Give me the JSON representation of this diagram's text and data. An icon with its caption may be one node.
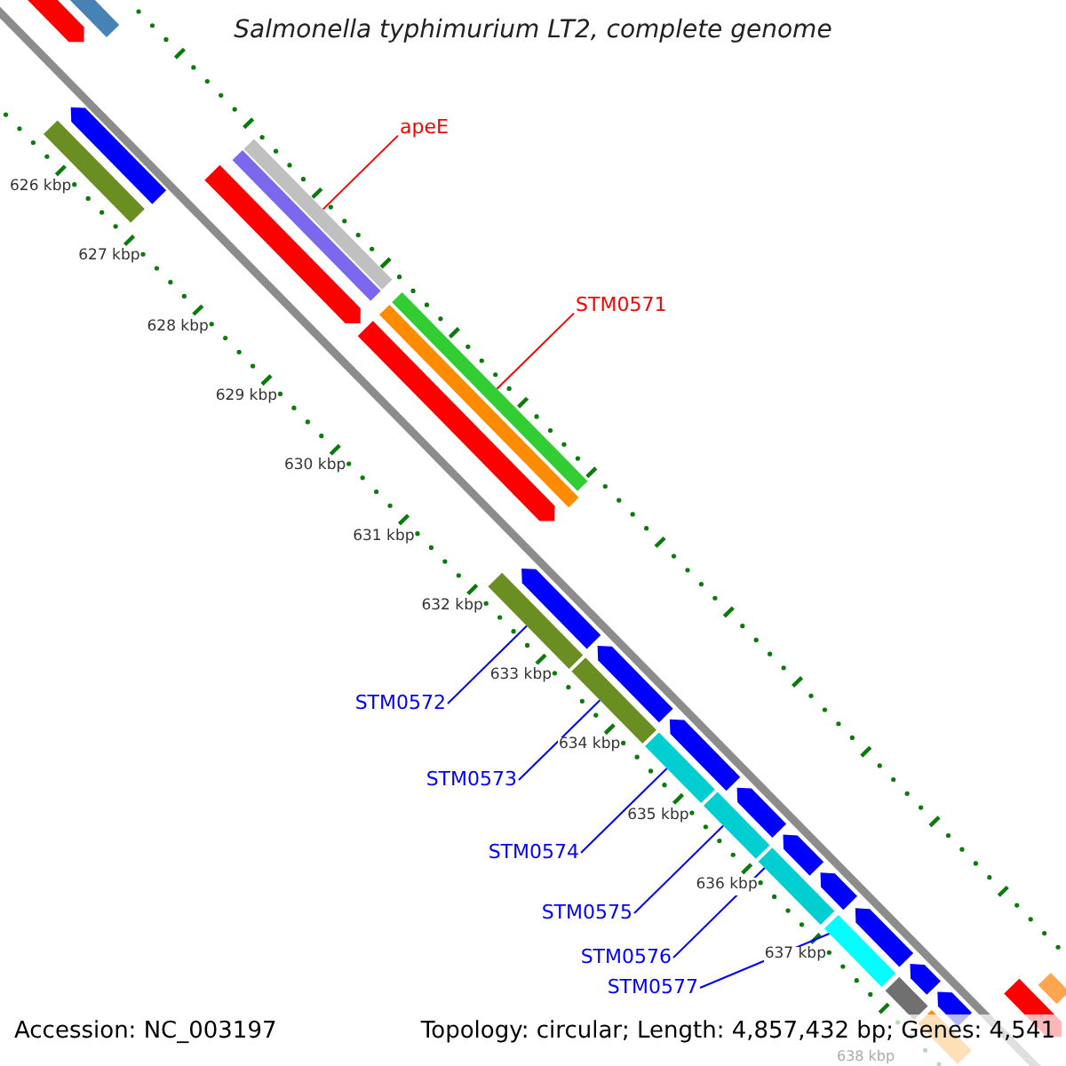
{
  "diagram": {
    "title": "Salmonella typhimurium LT2, complete genome",
    "nodes": [
      {
        "text": [
          "apeE"
        ]
      },
      {
        "text": [],
        "shape": "bar"
      },
      {
        "text": [
          "STM0571"
        ]
      },
      {
        "text": [],
        "shape": "bar"
      },
      {
        "text": [
          "STM0572"
        ]
      },
      {
        "text": [],
        "shape": "bar"
      },
      {
        "text": [
          "STM0573"
        ]
      },
      {
        "text": [],
        "shape": "bar"
      },
      {
        "text": [
          "STM0574"
        ]
      },
      {
        "text": [],
        "shape": "bar"
      },
      {
        "text": [
          "STM0575"
        ]
      },
      {
        "text": [],
        "shape": "bar"
      },
      {
        "text": [
          "STM0576"
        ]
      },
      {
        "text": [],
        "shape": "bar"
      },
      {
        "text": [
          "STM0577"
        ]
      },
      {
        "text": [],
        "shape": "bar"
      },
      {
        "text": [],
        "shape": "pentagon"
      },
      {
        "text": [],
        "shape": "bar"
      },
      {
        "text": [],
        "shape": "pentagon"
      },
      {
        "text": [],
        "shape": "bar"
      },
      {
        "text": [],
        "shape": "pentagon"
      },
      {
        "text": [],
        "shape": "bar"
      },
      {
        "text": [],
        "shape": "pentagon"
      },
      {
        "text": [],
        "shape": "bar"
      },
      {
        "text": [],
        "shape": "pentagon"
      },
      {
        "text": [],
        "shape": "pentagon"
      },
      {
        "text": [],
        "shape": "pentagon"
      },
      {
        "text": [],
        "shape": "pentagon"
      },
      {
        "text": [],
        "shape": "pentagon"
      },
      {
        "text": [],
        "shape": "pentagon"
      },
      {
        "text": [],
        "shape": "pentagon"
      },
      {
        "text": [],
        "shape": "pentagon"
      },
      {
        "text": [],
        "shape": "pentagon"
      },
      {
        "text": [],
        "shape": "bar"
      },
      {
        "text": [],
        "shape": "bar"
      },
      {
        "text": [],
        "shape": "pentagon"
      },
      {
        "text": [],
        "shape": "bar"
      }
    ],
    "edges": [
      {
        "from": 0,
        "to": 1,
        "arrow": "none",
        "color": "#ff0000"
      },
      {
        "from": 2,
        "to": 3,
        "arrow": "none",
        "color": "#ff0000"
      },
      {
        "from": 4,
        "to": 5,
        "arrow": "none"
      },
      {
        "from": 6,
        "to": 7,
        "arrow": "none"
      },
      {
        "from": 8,
        "to": 9,
        "arrow": "none"
      },
      {
        "from": 10,
        "to": 11,
        "arrow": "none"
      },
      {
        "from": 12,
        "to": 13,
        "arrow": "none"
      },
      {
        "from": 14,
        "to": 15,
        "arrow": "none"
      }
    ],
    "labels": [
      "626 kbp",
      "627 kbp",
      "628 kbp",
      "629 kbp",
      "630 kbp",
      "631 kbp",
      "632 kbp",
      "633 kbp",
      "634 kbp",
      "635 kbp",
      "636 kbp",
      "637 kbp",
      "638 kbp",
      "Accession: NC_003197",
      "Topology: circular; Length: 4,857,432 bp; Genes: 4,541"
    ]
  }
}
